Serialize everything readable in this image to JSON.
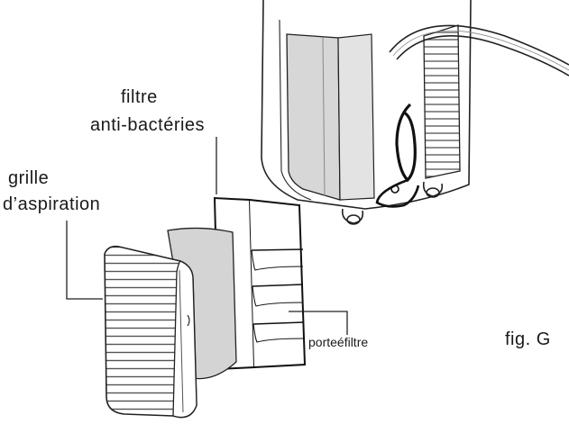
{
  "diagram": {
    "top_caption": "",
    "labels": {
      "filter_line1": "filtre",
      "filter_line2": "anti-bactéries",
      "grille_line1": "grille",
      "grille_line2": "d’aspiration",
      "holder": "porteéfiltre",
      "figure": "fig. G"
    }
  }
}
